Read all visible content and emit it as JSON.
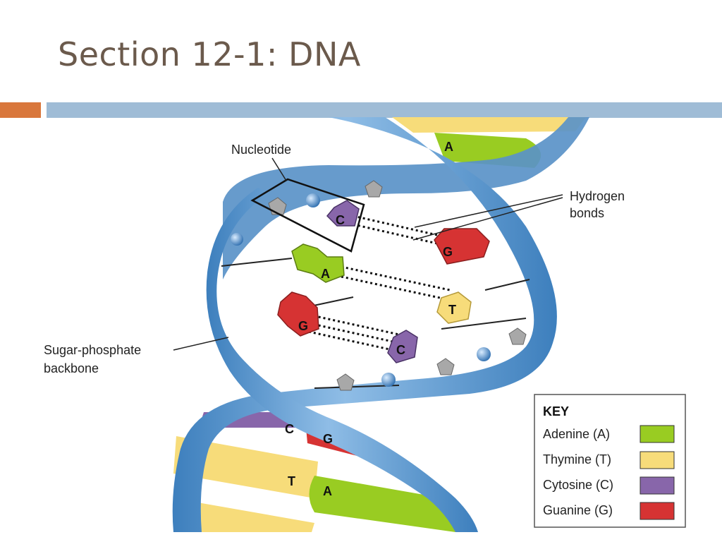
{
  "slide": {
    "title": "Section 12-1: DNA"
  },
  "figure": {
    "labels": {
      "nucleotide": "Nucleotide",
      "hydrogen_bonds_line1": "Hydrogen",
      "hydrogen_bonds_line2": "bonds",
      "backbone_line1": "Sugar-phosphate",
      "backbone_line2": "backbone"
    },
    "bases": {
      "top_a": "A",
      "c1": "C",
      "g1": "G",
      "a2": "A",
      "t2": "T",
      "g3": "G",
      "c3": "C",
      "low_c": "C",
      "low_g": "G",
      "low_t": "T",
      "low_a": "A"
    },
    "key": {
      "title": "KEY",
      "items": [
        {
          "label": "Adenine (A)",
          "color": "#99cc22"
        },
        {
          "label": "Thymine (T)",
          "color": "#f7dc7a"
        },
        {
          "label": "Cytosine (C)",
          "color": "#8866aa"
        },
        {
          "label": "Guanine (G)",
          "color": "#d63333"
        }
      ]
    }
  },
  "colors": {
    "title": "#6b5a4c",
    "accent": "#d9773c",
    "rule": "#9fbcd6",
    "ribbon": "#5b98cd",
    "adenine": "#99cc22",
    "thymine": "#f7dc7a",
    "cytosine": "#8866aa",
    "guanine": "#d63333"
  }
}
